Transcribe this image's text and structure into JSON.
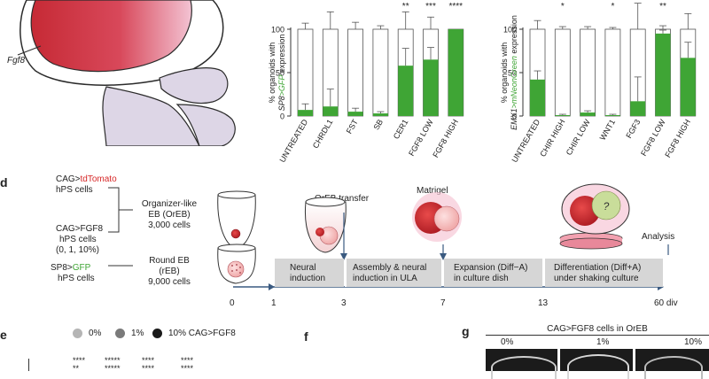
{
  "panel_a": {
    "gene_label": "Fgf8"
  },
  "chart_data": [
    {
      "type": "bar",
      "ylabel_prefix": "% organoids with",
      "ylabel_gene": "SP8",
      "ylabel_gene2": ">GFP",
      "ylabel_suffix": "expression",
      "categories": [
        "UNTREATED",
        "CHRDL1",
        "FST",
        "SB",
        "CER1",
        "FGF8 LOW",
        "FGF8 HIGH"
      ],
      "series": [
        {
          "values": [
            7,
            11,
            5,
            3,
            58,
            65,
            100
          ],
          "error": [
            7,
            20,
            4,
            2,
            20,
            14,
            0
          ]
        }
      ],
      "total": [
        100,
        100,
        100,
        100,
        100,
        100,
        100
      ],
      "total_error": [
        7,
        20,
        8,
        4,
        20,
        14,
        0
      ],
      "significance": [
        "",
        "",
        "",
        "",
        "**",
        "***",
        "****"
      ],
      "ylim": [
        0,
        100
      ],
      "yticks": [
        0,
        50,
        100
      ],
      "colors": {
        "positive": "#3fa535",
        "negative": "#ffffff"
      }
    },
    {
      "type": "bar",
      "ylabel_prefix": "% organoids with",
      "ylabel_gene": "EMX1",
      "ylabel_gene2": ">mNeonGreen",
      "ylabel_suffix": "expression",
      "categories": [
        "UNTREATED",
        "CHIR HIGH",
        "CHIR LOW",
        "WNT1",
        "FGF3",
        "FGF8 LOW",
        "FGF8 HIGH"
      ],
      "series": [
        {
          "values": [
            42,
            1,
            4,
            1,
            17,
            95,
            67
          ],
          "error": [
            10,
            1,
            2,
            1,
            28,
            4,
            18
          ]
        }
      ],
      "total": [
        100,
        100,
        100,
        100,
        100,
        100,
        100
      ],
      "total_error": [
        10,
        3,
        3,
        2,
        30,
        4,
        18
      ],
      "significance": [
        "",
        "*",
        "",
        "*",
        "",
        "**",
        ""
      ],
      "ylim": [
        0,
        100
      ],
      "yticks": [
        0,
        50,
        100
      ],
      "colors": {
        "positive": "#3fa535",
        "negative": "#ffffff"
      }
    }
  ],
  "panel_d": {
    "letter": "d",
    "cag_tdtomato_prefix": "CAG>",
    "cag_tdtomato_colored": "tdTomato",
    "hps_cells_1": "hPS cells",
    "cag_fgf8": "CAG>FGF8",
    "hps_cells_2": "hPS cells",
    "fgf8_doses": "(0, 1, 10%)",
    "sp8_prefix": "SP8>",
    "sp8_colored": "GFP",
    "hps_cells_3": "hPS cells",
    "organizer_line1": "Organizer-like",
    "organizer_line2": "EB (OrEB)",
    "organizer_line3": "3,000 cells",
    "round_line1": "Round EB",
    "round_line2": "(rEB)",
    "round_line3": "9,000 cells",
    "oreb_transfer": "OrEB transfer",
    "matrigel": "Matrigel",
    "analysis": "Analysis",
    "question": "?",
    "stages": [
      {
        "line1": "Neural",
        "line2": "induction"
      },
      {
        "line1": "Assembly & neural",
        "line2": "induction in ULA"
      },
      {
        "line1": "Expansion (Diff−A)",
        "line2": "in culture dish"
      },
      {
        "line1": "Differentiation (Diff+A)",
        "line2": "under shaking culture"
      }
    ],
    "ticks": [
      "0",
      "1",
      "3",
      "7",
      "13",
      "60 div"
    ]
  },
  "panel_e": {
    "letter": "e",
    "legend": [
      "0%",
      "1%",
      "10% CAG>FGF8"
    ],
    "legend_colors": [
      "#b5b5b5",
      "#7a7a7a",
      "#1a1a1a"
    ],
    "stars_row1": [
      "****",
      "*****",
      "****",
      "****"
    ],
    "stars_row2": [
      "**",
      "*****",
      "****",
      "****"
    ]
  },
  "panel_f": {
    "letter": "f"
  },
  "panel_g": {
    "letter": "g",
    "title": "CAG>FGF8 cells in OrEB",
    "columns": [
      "0%",
      "1%",
      "10%"
    ]
  }
}
